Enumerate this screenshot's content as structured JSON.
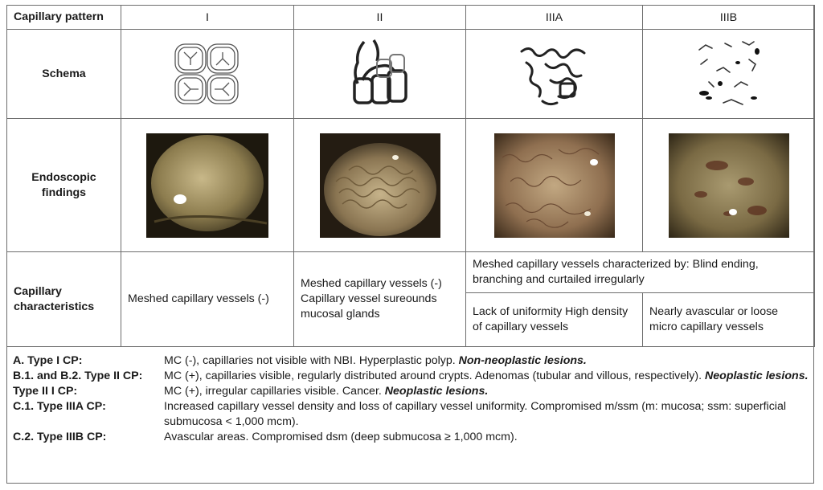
{
  "table": {
    "header_label": "Capillary pattern",
    "columns": [
      "I",
      "II",
      "IIIA",
      "IIIB"
    ],
    "schema_label": "Schema",
    "endoscopic_label": "Endoscopic findings",
    "characteristics_label": "Capillary characteristics",
    "char_type_I": "Meshed capillary vessels (-)",
    "char_type_II": "Meshed capillary vessels (-) Capillary vessel sureounds mucosal glands",
    "char_type_III_shared": "Meshed capillary vessels characterized by: Blind ending, branching and curtailed irregularly",
    "char_type_IIIA": "Lack of uniformity High density of capillary vessels",
    "char_type_IIIB": "Nearly avascular or loose micro capillary vessels"
  },
  "legend": [
    {
      "term": "A. Type I CP:",
      "text": "MC (-), capillaries not visible with NBI. Hyperplastic polyp. ",
      "emphasis": "Non-neoplastic lesions."
    },
    {
      "term": "B.1. and B.2. Type II CP:",
      "text": "MC (+), capillaries visible, regularly distributed around crypts. Adenomas (tubular and villous, respectively). ",
      "emphasis": "Neoplastic lesions."
    },
    {
      "term": "Type II I CP:",
      "text": "MC (+), irregular capillaries visible. Cancer. ",
      "emphasis": "Neoplastic lesions."
    },
    {
      "term": "C.1. Type IIIA CP:",
      "text": "Increased capillary vessel density and loss of capillary vessel uniformity. Compromised m/ssm (m: mucosa; ssm: superficial submucosa < 1,000  mcm).",
      "emphasis": ""
    },
    {
      "term": "C.2. Type IIIB CP:",
      "text": "Avascular areas. Compromised dsm (deep submucosa ≥ 1,000  mcm).",
      "emphasis": ""
    }
  ]
}
